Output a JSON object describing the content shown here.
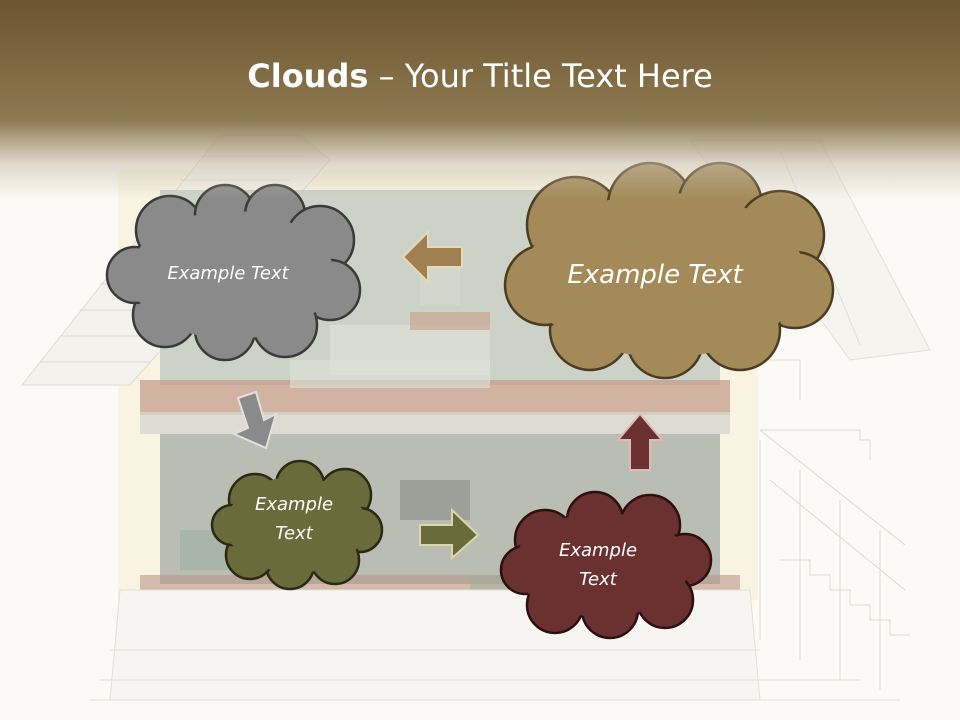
{
  "slide": {
    "title_bold": "Clouds",
    "title_rest": " – Your Title Text Here"
  },
  "clouds": {
    "gray": {
      "text": "Example Text",
      "color": "#8a8a8a"
    },
    "gold": {
      "text": "Example Text",
      "color": "#a38a58"
    },
    "olive": {
      "text_line1": "Example",
      "text_line2": "Text",
      "color": "#6a6b3a"
    },
    "maroon": {
      "text_line1": "Example",
      "text_line2": "Text",
      "color": "#6b3030"
    }
  },
  "colors": {
    "header": "#7f6a42",
    "background": "#fbfaf6",
    "arrow_gold": "#a08050",
    "arrow_gray": "#8a8a8a",
    "arrow_olive": "#6a6b3a",
    "arrow_maroon": "#6b3030"
  }
}
